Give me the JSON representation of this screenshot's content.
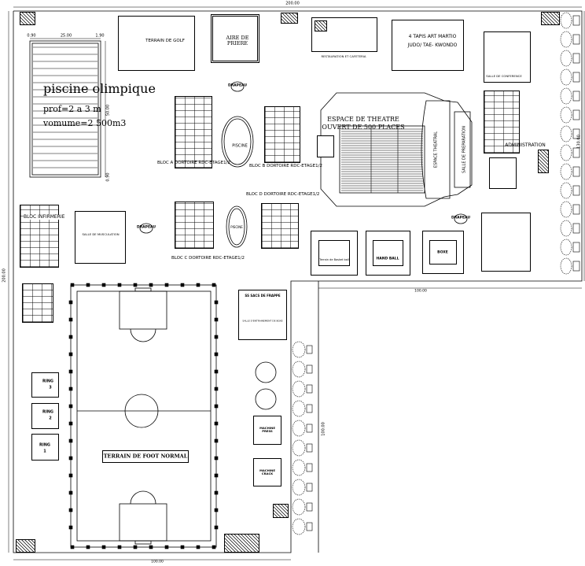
{
  "dimensions": {
    "top": "200.00",
    "left": "200.00",
    "right": "130.00",
    "pool_left_margin": "0.90",
    "pool_width": "25.00",
    "pool_right_margin": "1.90",
    "pool_length": "50.00",
    "pool_end_margin": "0.90",
    "inner_horizontal": "100.00",
    "inner_vertical": "100.00",
    "bottom": "100.00"
  },
  "pool": {
    "title": "piscine olimpique",
    "depth": "prof=2 a 3 m",
    "volume": "vomume=2 500m3"
  },
  "golf": "TERRAIN DE GOLF",
  "prayer": "AIRE DE PRIERE",
  "restaurant": "RESTAURATION ET CAFETERIA",
  "martial_arts": {
    "line1": "4 TAPIS ART MARTIO",
    "line2": "JUDO/ TAE- KWONDO"
  },
  "conference": "SALLE DE CONFERENCE",
  "flag": "DRAPEAU",
  "small_pool": "PISCINE",
  "blocks": {
    "a": "BLOC A DORTOIRE RDC-ETAGE1/2",
    "b": "BLOC B DORTOIRE RDC-ETAGE1/2",
    "c": "BLOC C DORTOIRE RDC-ETAGE1/2",
    "d": "BLOC D DORTOIRE RDC-ETAGE1/2"
  },
  "theatre": {
    "line1": "ESPACE DE THEATRE",
    "line2": "OUVERT DE 500 PLACES",
    "stage": "ESPACE THEATRAL",
    "preparation": "SALLE DE PREPARATION"
  },
  "administration": "ADMINISTRATION",
  "infirmary": "BLOC INFIRMERIE",
  "gym": "SALLE DE MUSCULATION",
  "courts": {
    "basket": "Terrain de Basket ball",
    "handball": "HAND BALL",
    "boxing": "BOXE"
  },
  "boxing_room": {
    "line1": "SS SACS DE FRAPPE",
    "line2": "SALLE D'ENTRAINEMENT DE BOXE"
  },
  "rings": [
    {
      "label": "RING",
      "number": "3"
    },
    {
      "label": "RING",
      "number": "2"
    },
    {
      "label": "RING",
      "number": "1"
    }
  ],
  "football": "TERRAIN DE FOOT NORMAL",
  "machines": [
    "MACHINE PRESS",
    "MACHINE CRACK"
  ],
  "colors": {
    "line": "#000000",
    "background": "#ffffff"
  }
}
